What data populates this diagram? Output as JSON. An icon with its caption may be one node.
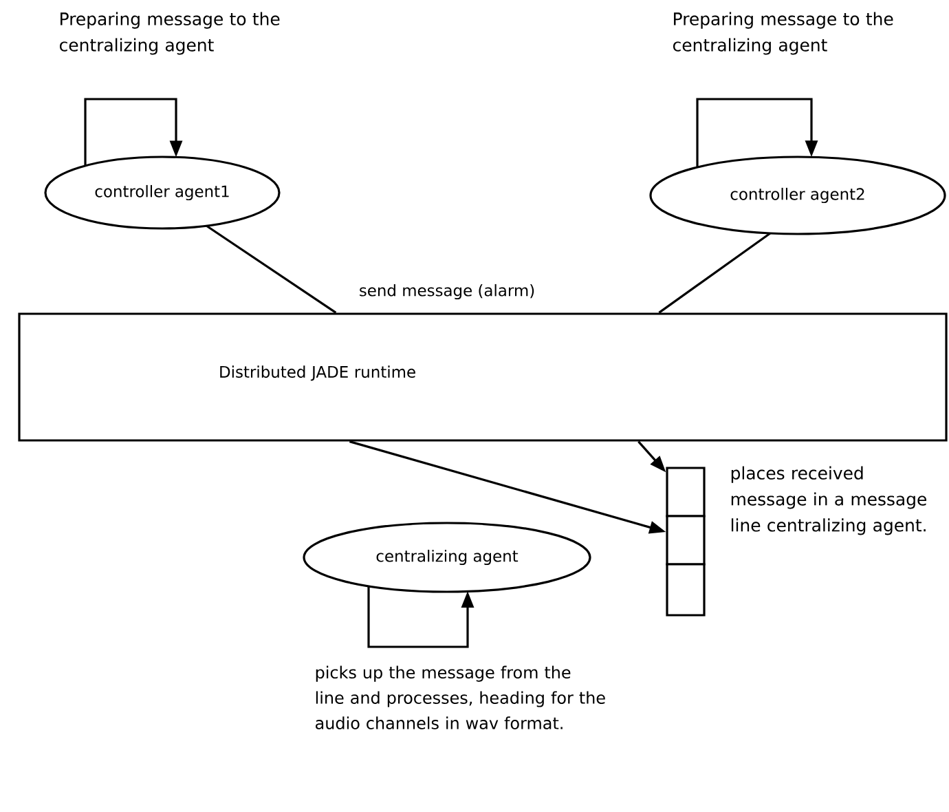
{
  "diagram": {
    "nodes": [
      {
        "text": [
          "controller agent1"
        ]
      },
      {
        "text": [
          "controller agent2"
        ]
      },
      {
        "text": [
          "Distributed JADE runtime"
        ]
      },
      {
        "text": [
          "centralizing agent"
        ]
      },
      {
        "text": [],
        "shape": "box"
      },
      {
        "text": [],
        "shape": "box"
      },
      {
        "text": [],
        "shape": "box"
      }
    ],
    "edges": [
      {
        "from": 0,
        "to": 2,
        "arrow": "none",
        "label": "send message (alarm)"
      },
      {
        "from": 1,
        "to": 2,
        "arrow": "none"
      },
      {
        "from": 0,
        "to": 0,
        "arrow": "to"
      },
      {
        "from": 1,
        "to": 1,
        "arrow": "to"
      },
      {
        "from": 2,
        "to": 4,
        "arrow": "to"
      },
      {
        "from": 2,
        "to": 5,
        "arrow": "to"
      },
      {
        "from": 3,
        "to": 3,
        "arrow": "to"
      }
    ],
    "labels": [
      "Preparing message to the centralizing agent",
      "Preparing message to the centralizing agent",
      "places received message in a message line centralizing agent.",
      "picks up the message from the line and processes, heading for the audio channels in wav format."
    ]
  }
}
